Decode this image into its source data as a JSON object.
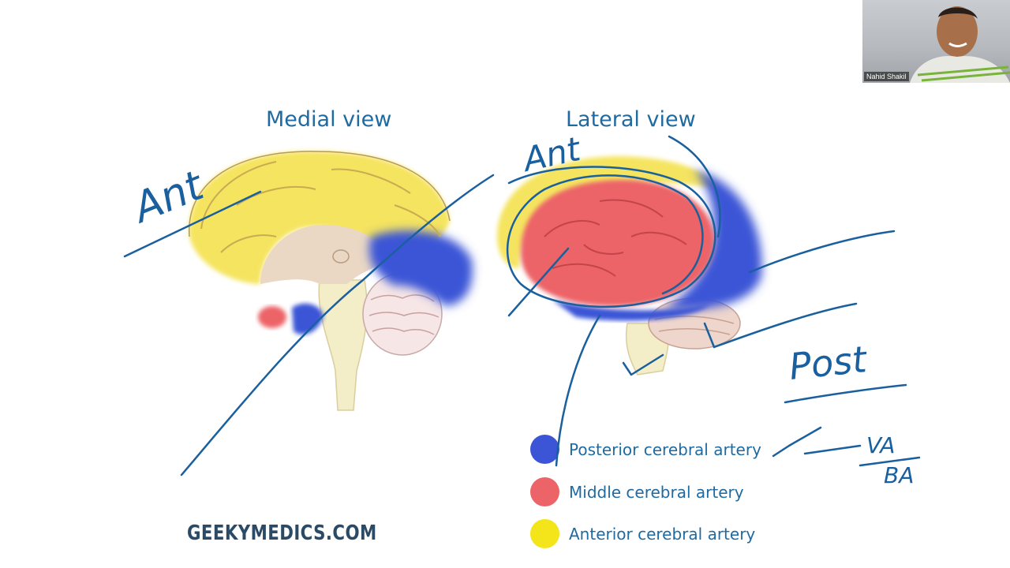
{
  "titles": {
    "medial": "Medial view",
    "lateral": "Lateral view"
  },
  "legend": [
    {
      "label": "Posterior cerebral artery",
      "color": "#3b55d6"
    },
    {
      "label": "Middle cerebral artery",
      "color": "#ec6468"
    },
    {
      "label": "Anterior cerebral artery",
      "color": "#f4e41a"
    }
  ],
  "brand": "GEEKYMEDICS.COM",
  "webcam": {
    "name": "Nahid Shakil"
  },
  "annotations": {
    "ant_left": "Ant",
    "ant_right": "Ant",
    "post": "Post",
    "va": "VA",
    "ba": "BA"
  }
}
